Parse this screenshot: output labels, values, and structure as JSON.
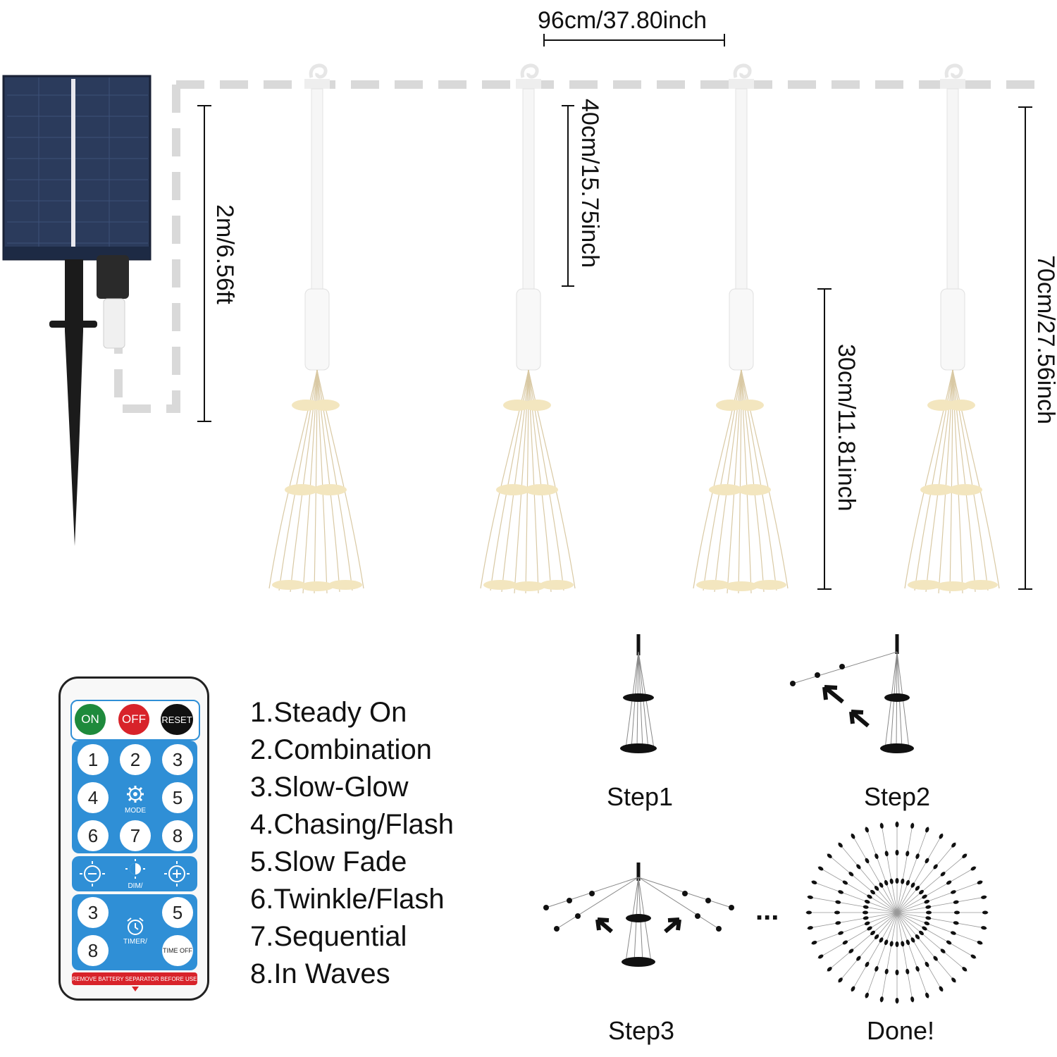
{
  "dimensions": {
    "spacing": "96cm/37.80inch",
    "cable_length": "2m/6.56ft",
    "lead_length": "40cm/15.75inch",
    "burst_length": "30cm/11.81inch",
    "total_length": "70cm/27.56inch"
  },
  "modes": [
    "1.Steady On",
    "2.Combination",
    "3.Slow-Glow",
    "4.Chasing/Flash",
    "5.Slow Fade",
    "6.Twinkle/Flash",
    "7.Sequential",
    "8.In Waves"
  ],
  "steps": {
    "step1": "Step1",
    "step2": "Step2",
    "step3": "Step3",
    "done": "Done!",
    "ellipsis": "..."
  },
  "remote": {
    "on": "ON",
    "off": "OFF",
    "reset": "RESET",
    "numbers_row1": [
      "1",
      "2",
      "3"
    ],
    "numbers_row2_left": "4",
    "numbers_row2_right": "5",
    "mode_label": "MODE",
    "numbers_row3": [
      "6",
      "7",
      "8"
    ],
    "dim_label": "DIM/",
    "timer_left_top": "3",
    "timer_right_top": "5",
    "timer_left_bottom": "8",
    "timer_label": "TIMER/",
    "time_off_label": "TIME OFF",
    "warning": "REMOVE BATTERY SEPARATOR BEFORE USE"
  },
  "colors": {
    "on_button": "#1e8a3c",
    "off_button": "#d8232a",
    "reset_button": "#111111",
    "remote_blue": "#2f8fd6",
    "warning_red": "#d8232a",
    "solar_panel": "#2b3b5c",
    "light_white": "#f4f4f4"
  }
}
